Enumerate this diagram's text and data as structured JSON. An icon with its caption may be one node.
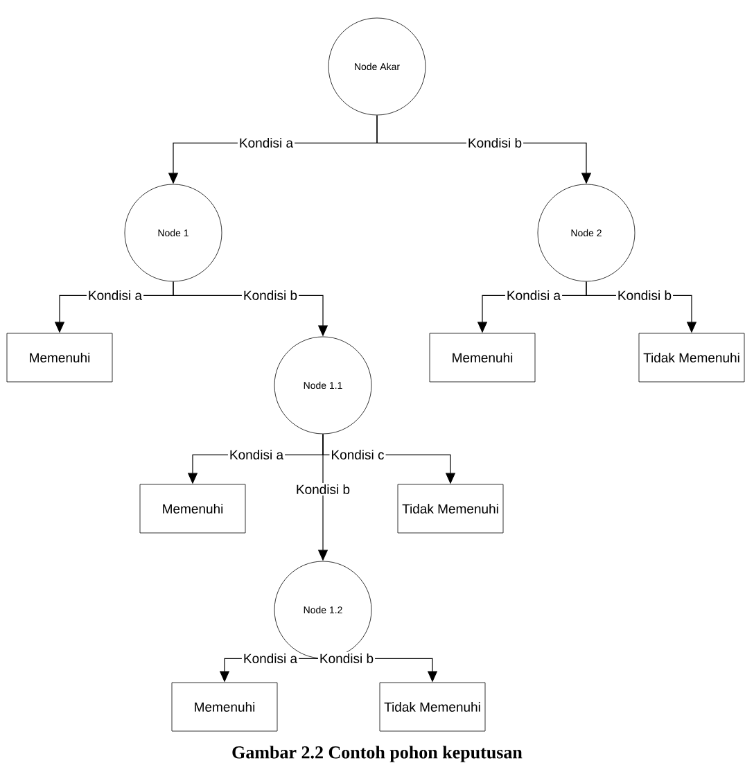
{
  "diagram": {
    "caption": "Gambar 2.2 Contoh pohon keputusan",
    "nodes": [
      {
        "text": [
          "Node Akar"
        ]
      },
      {
        "text": [
          "Node 1"
        ]
      },
      {
        "text": [
          "Node 2"
        ]
      },
      {
        "text": [
          "Memenuhi"
        ]
      },
      {
        "text": [
          "Node 1.1"
        ]
      },
      {
        "text": [
          "Memenuhi"
        ]
      },
      {
        "text": [
          "Tidak Memenuhi"
        ]
      },
      {
        "text": [
          "Memenuhi"
        ]
      },
      {
        "text": [
          "Tidak Memenuhi"
        ]
      },
      {
        "text": [
          "Node 1.2"
        ]
      },
      {
        "text": [
          "Memenuhi"
        ]
      },
      {
        "text": [
          "Tidak Memenuhi"
        ]
      }
    ],
    "edges": [
      {
        "from": 0,
        "to": 1,
        "arrow": "to",
        "label": "Kondisi a"
      },
      {
        "from": 0,
        "to": 2,
        "arrow": "to",
        "label": "Kondisi b"
      },
      {
        "from": 1,
        "to": 3,
        "arrow": "to",
        "label": "Kondisi a"
      },
      {
        "from": 1,
        "to": 4,
        "arrow": "to",
        "label": "Kondisi b"
      },
      {
        "from": 2,
        "to": 5,
        "arrow": "to",
        "label": "Kondisi a"
      },
      {
        "from": 2,
        "to": 6,
        "arrow": "to",
        "label": "Kondisi b"
      },
      {
        "from": 4,
        "to": 7,
        "arrow": "to",
        "label": "Kondisi a"
      },
      {
        "from": 4,
        "to": 9,
        "arrow": "to",
        "label": "Kondisi b"
      },
      {
        "from": 4,
        "to": 8,
        "arrow": "to",
        "label": "Kondisi c"
      },
      {
        "from": 9,
        "to": 10,
        "arrow": "to",
        "label": "Kondisi a"
      },
      {
        "from": 9,
        "to": 11,
        "arrow": "to",
        "label": "Kondisi b"
      }
    ]
  }
}
